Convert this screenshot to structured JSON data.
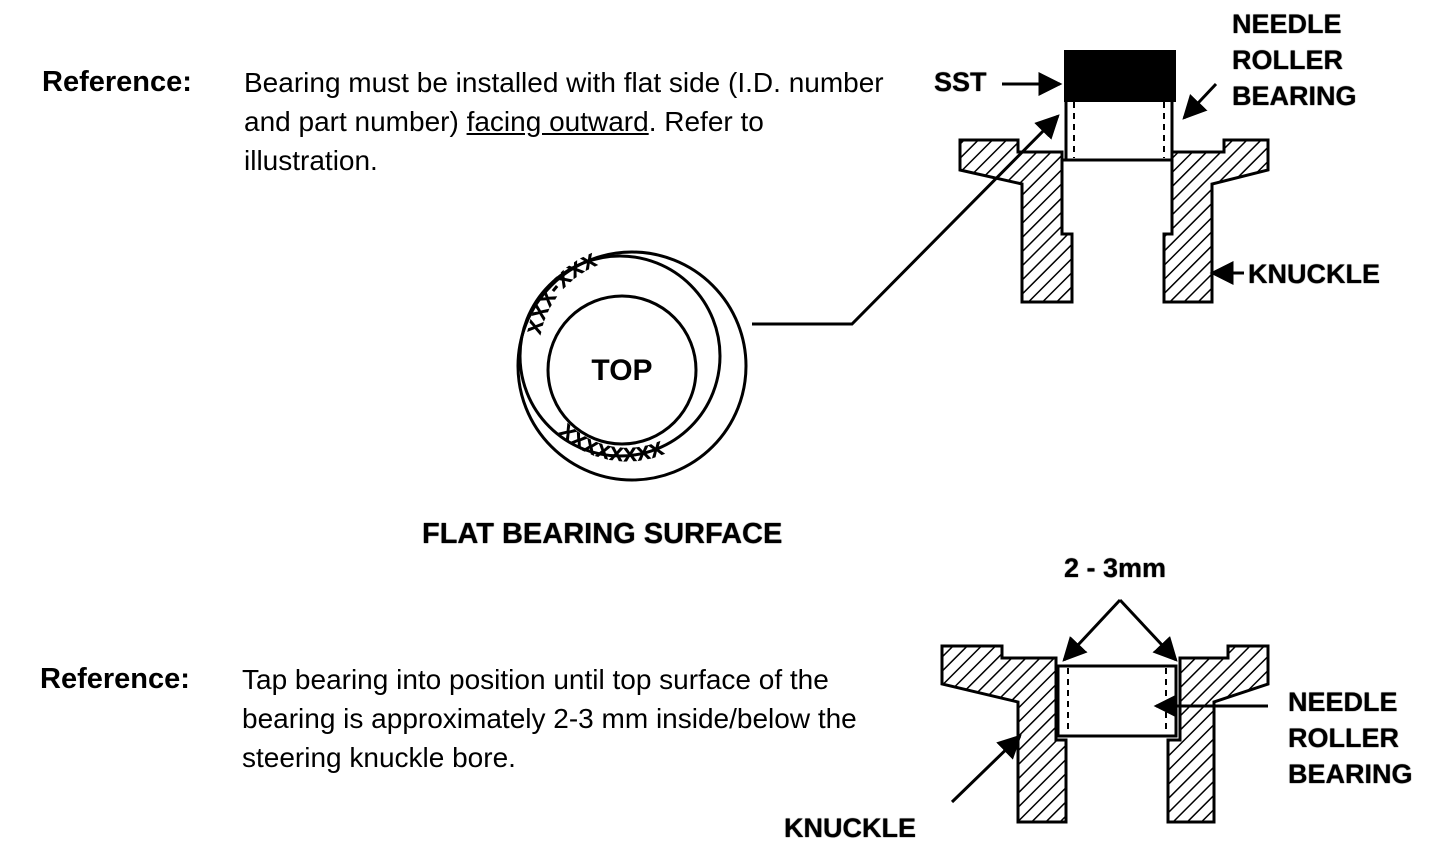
{
  "section1": {
    "label": "Reference:",
    "text_before": "Bearing must be installed with flat side (I.D. number and part number) ",
    "text_underlined": "facing outward",
    "text_after": ". Refer to illustration."
  },
  "section2": {
    "label": "Reference:",
    "text": "Tap bearing into position until top surface of the bearing is approximately  2-3 mm inside/below the steering knuckle bore."
  },
  "bearing_face": {
    "center_text": "TOP",
    "top_marks": "xxx-xxx",
    "bottom_marks": "xxxxxxxx",
    "caption": "FLAT BEARING SURFACE"
  },
  "figure1": {
    "sst_label": "SST",
    "bearing_label": [
      "NEEDLE",
      "ROLLER",
      "BEARING"
    ],
    "knuckle_label": "KNUCKLE"
  },
  "figure2": {
    "dimension_label": "2 - 3mm",
    "bearing_label": [
      "NEEDLE",
      "ROLLER",
      "BEARING"
    ],
    "knuckle_label": "KNUCKLE"
  }
}
